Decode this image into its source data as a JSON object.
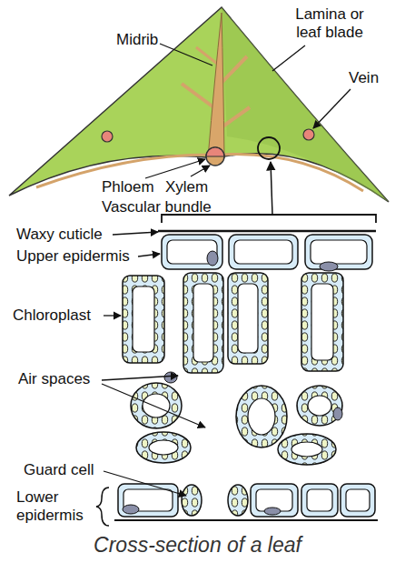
{
  "diagram": {
    "caption": "Cross-section of a leaf",
    "labels": [
      "Midrib",
      "Lamina or leaf blade",
      "Vein",
      "Phloem",
      "Xylem",
      "Vascular bundle",
      "Waxy cuticle",
      "Upper epidermis",
      "Chloroplast",
      "Air spaces",
      "Guard cell",
      "Lower epidermis"
    ]
  }
}
